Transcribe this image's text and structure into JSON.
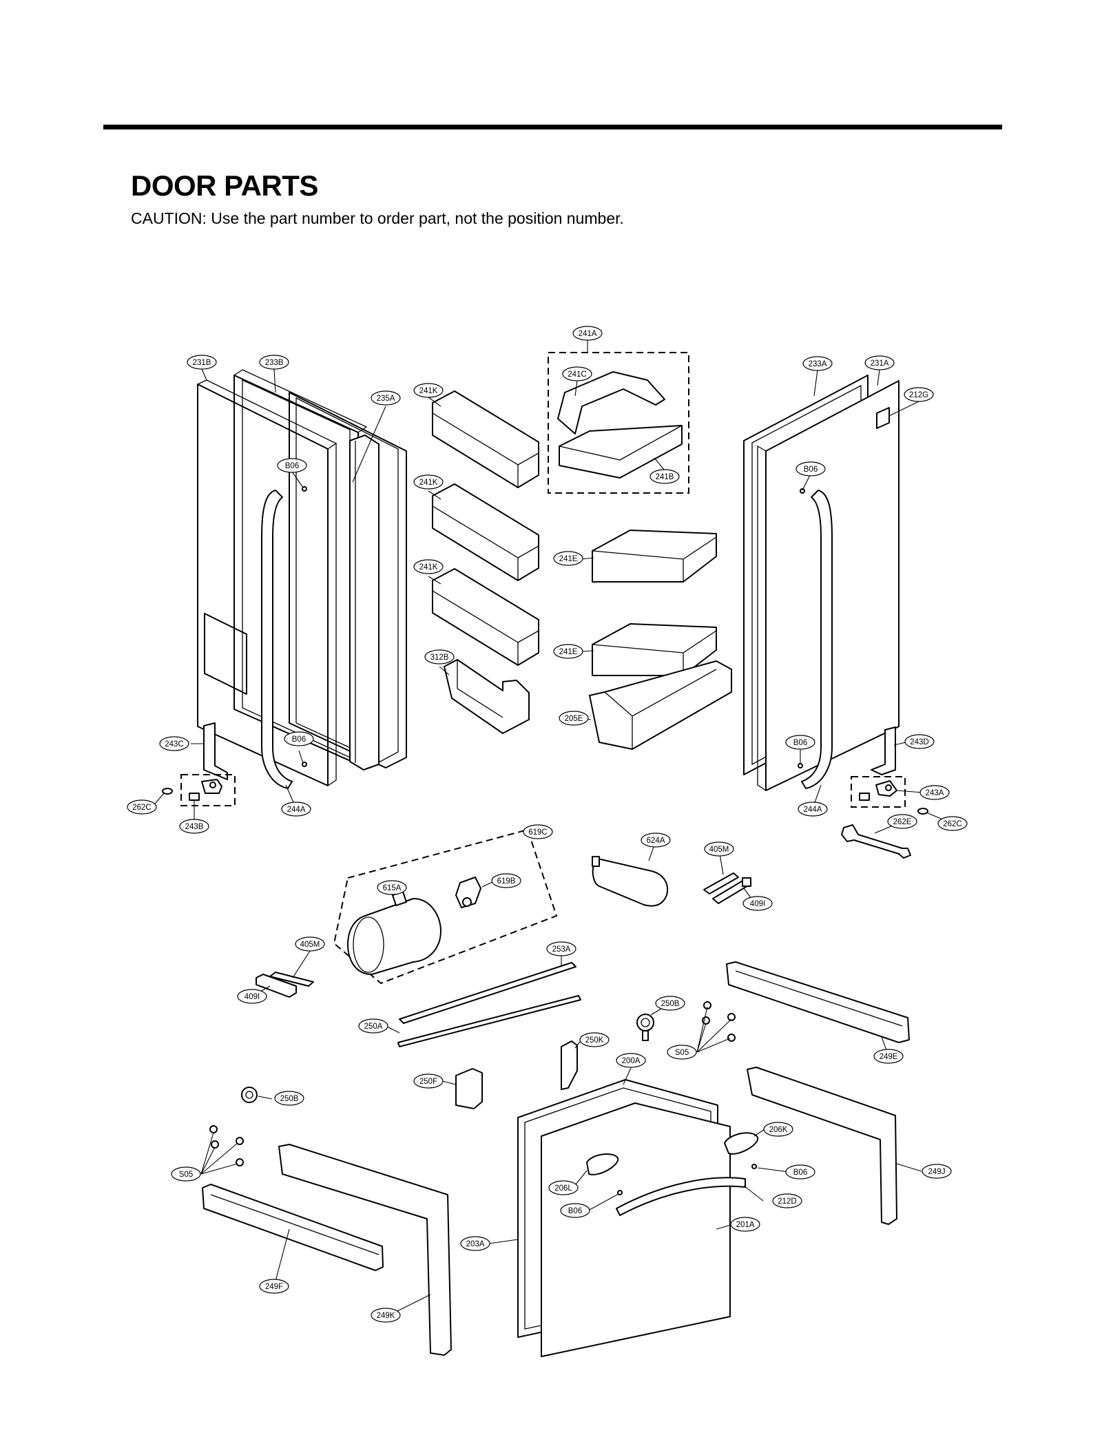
{
  "header": {
    "title": "DOOR PARTS",
    "caution": "CAUTION: Use the part number to order part, not the position number."
  },
  "callouts": [
    {
      "id": "241A",
      "label": "241A"
    },
    {
      "id": "231B",
      "label": "231B"
    },
    {
      "id": "233B",
      "label": "233B"
    },
    {
      "id": "241C",
      "label": "241C"
    },
    {
      "id": "233A",
      "label": "233A"
    },
    {
      "id": "231A",
      "label": "231A"
    },
    {
      "id": "241K-1",
      "label": "241K"
    },
    {
      "id": "235A",
      "label": "235A"
    },
    {
      "id": "212G",
      "label": "212G"
    },
    {
      "id": "B06-1",
      "label": "B06"
    },
    {
      "id": "241B",
      "label": "241B"
    },
    {
      "id": "B06-2",
      "label": "B06"
    },
    {
      "id": "241K-2",
      "label": "241K"
    },
    {
      "id": "241E-1",
      "label": "241E"
    },
    {
      "id": "241K-3",
      "label": "241K"
    },
    {
      "id": "312B",
      "label": "312B"
    },
    {
      "id": "241E-2",
      "label": "241E"
    },
    {
      "id": "205E",
      "label": "205E"
    },
    {
      "id": "243C",
      "label": "243C"
    },
    {
      "id": "B06-3",
      "label": "B06"
    },
    {
      "id": "B06-4",
      "label": "B06"
    },
    {
      "id": "243D",
      "label": "243D"
    },
    {
      "id": "243A",
      "label": "243A"
    },
    {
      "id": "262C-1",
      "label": "262C"
    },
    {
      "id": "244A-1",
      "label": "244A"
    },
    {
      "id": "244A-2",
      "label": "244A"
    },
    {
      "id": "262E",
      "label": "262E"
    },
    {
      "id": "262C-2",
      "label": "262C"
    },
    {
      "id": "243B",
      "label": "243B"
    },
    {
      "id": "619C",
      "label": "619C"
    },
    {
      "id": "624A",
      "label": "624A"
    },
    {
      "id": "405M-1",
      "label": "405M"
    },
    {
      "id": "619B",
      "label": "619B"
    },
    {
      "id": "615A",
      "label": "615A"
    },
    {
      "id": "409I-1",
      "label": "409I"
    },
    {
      "id": "405M-2",
      "label": "405M"
    },
    {
      "id": "253A",
      "label": "253A"
    },
    {
      "id": "409I-2",
      "label": "409I"
    },
    {
      "id": "250B-1",
      "label": "250B"
    },
    {
      "id": "250A",
      "label": "250A"
    },
    {
      "id": "250K",
      "label": "250K"
    },
    {
      "id": "S05-1",
      "label": "S05"
    },
    {
      "id": "249E",
      "label": "249E"
    },
    {
      "id": "200A",
      "label": "200A"
    },
    {
      "id": "250F",
      "label": "250F"
    },
    {
      "id": "250B-2",
      "label": "250B"
    },
    {
      "id": "206K",
      "label": "206K"
    },
    {
      "id": "S05-2",
      "label": "S05"
    },
    {
      "id": "B06-5",
      "label": "B06"
    },
    {
      "id": "249J",
      "label": "249J"
    },
    {
      "id": "206L",
      "label": "206L"
    },
    {
      "id": "212D",
      "label": "212D"
    },
    {
      "id": "B06-6",
      "label": "B06"
    },
    {
      "id": "201A",
      "label": "201A"
    },
    {
      "id": "203A",
      "label": "203A"
    },
    {
      "id": "249F",
      "label": "249F"
    },
    {
      "id": "249K",
      "label": "249K"
    }
  ]
}
